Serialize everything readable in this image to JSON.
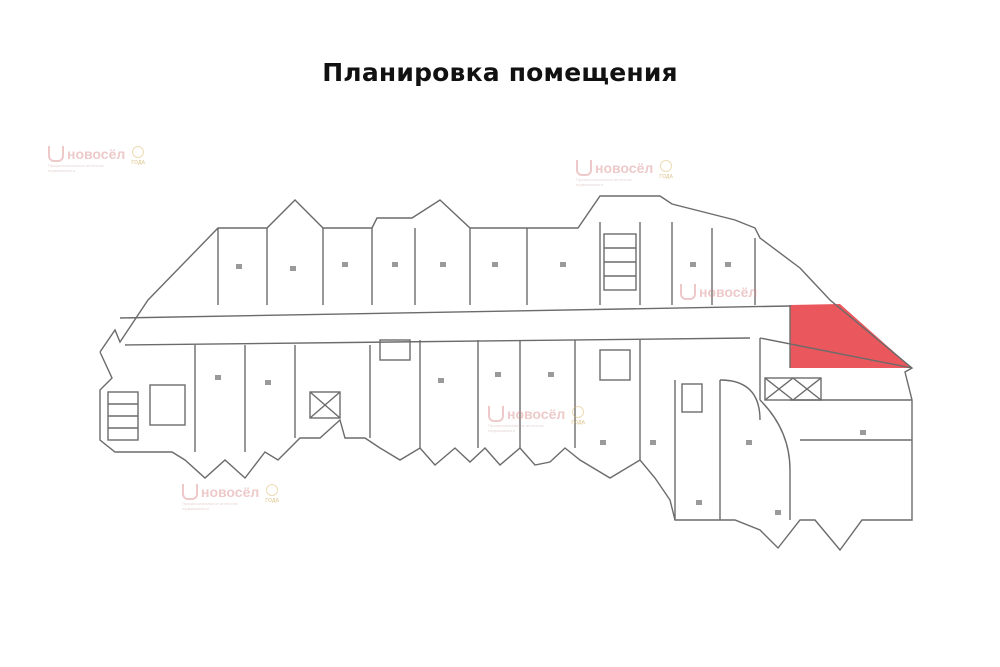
{
  "title": "Планировка помещения",
  "watermark": {
    "brand": "новосёл",
    "tagline": "Профессиональное агентство недвижимости",
    "badge": "ГОДА",
    "color": "#d98a8a"
  },
  "plan": {
    "line_color": "#6b6b6b",
    "highlight_color": "#e8454a",
    "highlighted_room": "selected-premises"
  }
}
